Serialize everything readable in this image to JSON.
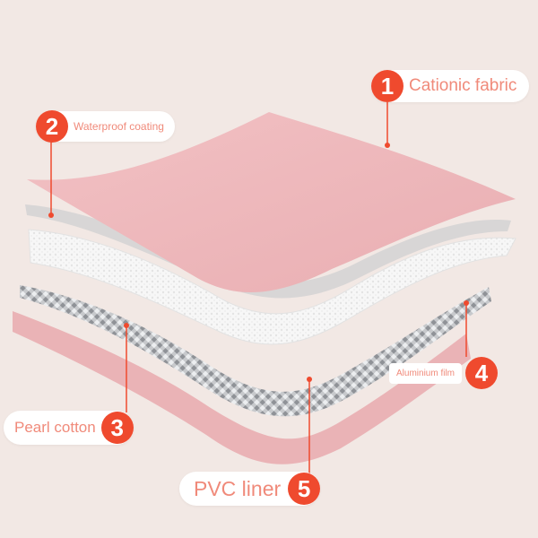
{
  "callouts": [
    {
      "number": "1",
      "label": "Cationic fabric"
    },
    {
      "number": "2",
      "label": "Waterproof coating"
    },
    {
      "number": "3",
      "label": "Pearl cotton"
    },
    {
      "number": "4",
      "label": "Aluminium film"
    },
    {
      "number": "5",
      "label": "PVC liner"
    }
  ],
  "colors": {
    "background": "#f2e8e4",
    "badge": "#ef4a2e",
    "label_text": "#f08a7a",
    "leader_line": "#ef4a2e",
    "cationic_fabric": "#efb7bb",
    "waterproof_coating": "#d8d6d6",
    "pearl_cotton": "#f7f7f7",
    "aluminium_film": "#b9bcc0",
    "pvc_liner": "#eab3b6"
  }
}
